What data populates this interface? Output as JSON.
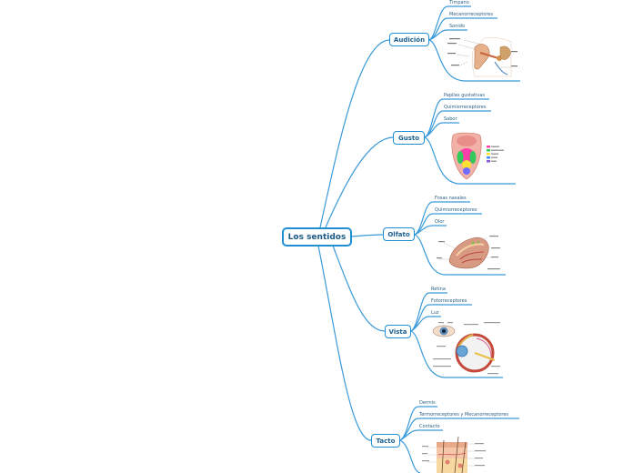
{
  "root": {
    "label": "Los sentidos"
  },
  "branches": [
    {
      "label": "Audición",
      "leaves": [
        "Tímpano",
        "Mecanorreceptores",
        "Sonido"
      ],
      "image": "ear-anatomy-image"
    },
    {
      "label": "Gusto",
      "leaves": [
        "Papilas gustativas",
        "Quimiorreceptores",
        "Sabor"
      ],
      "image": "tongue-taste-map-image"
    },
    {
      "label": "Olfato",
      "leaves": [
        "Fosas nasales",
        "Quimiorreceptores",
        "Olor"
      ],
      "image": "nose-anatomy-image"
    },
    {
      "label": "Vista",
      "leaves": [
        "Retina",
        "Fotorreceptores",
        "Luz"
      ],
      "image": "eye-anatomy-image"
    },
    {
      "label": "Tacto",
      "leaves": [
        "Dermis",
        "Termorreceptores y Mecanorreceptores",
        "Contacto"
      ],
      "image": "skin-anatomy-image"
    }
  ],
  "colors": {
    "line": "#3a9ad9",
    "border": "#1f8fd1",
    "text": "#1a5f8f"
  }
}
